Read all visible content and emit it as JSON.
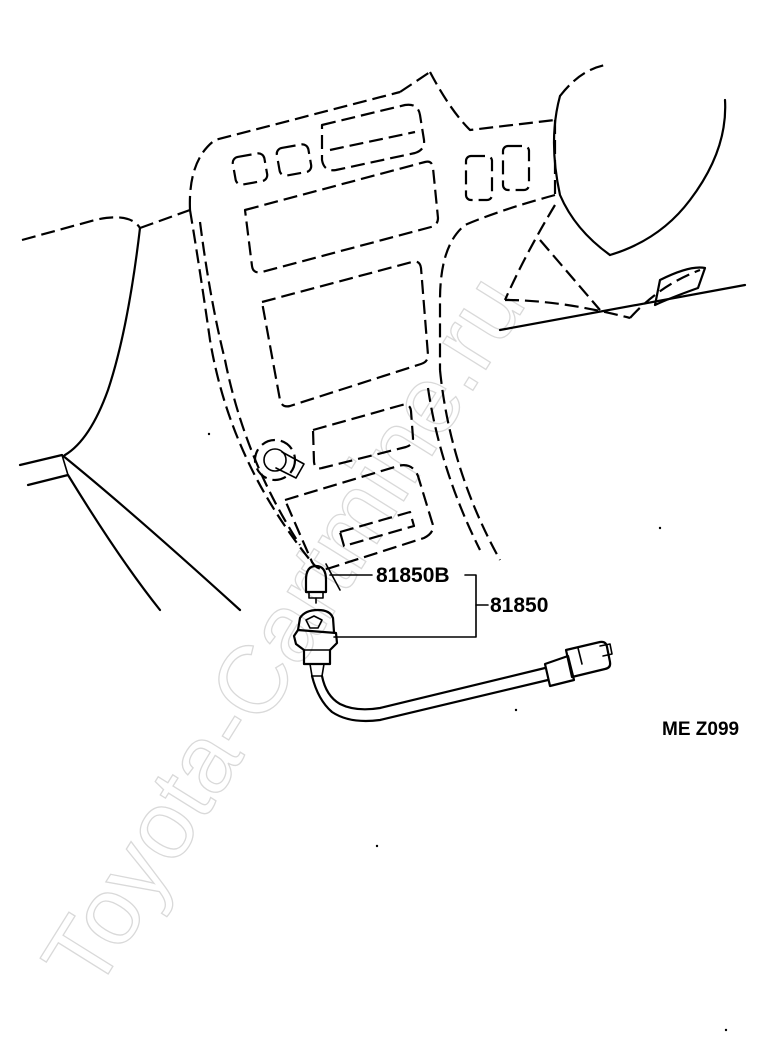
{
  "parts": {
    "bulb": "81850B",
    "socket_assembly": "81850"
  },
  "diagram_code": "ME Z099",
  "watermark": "Toyota-Cartmine.ru"
}
